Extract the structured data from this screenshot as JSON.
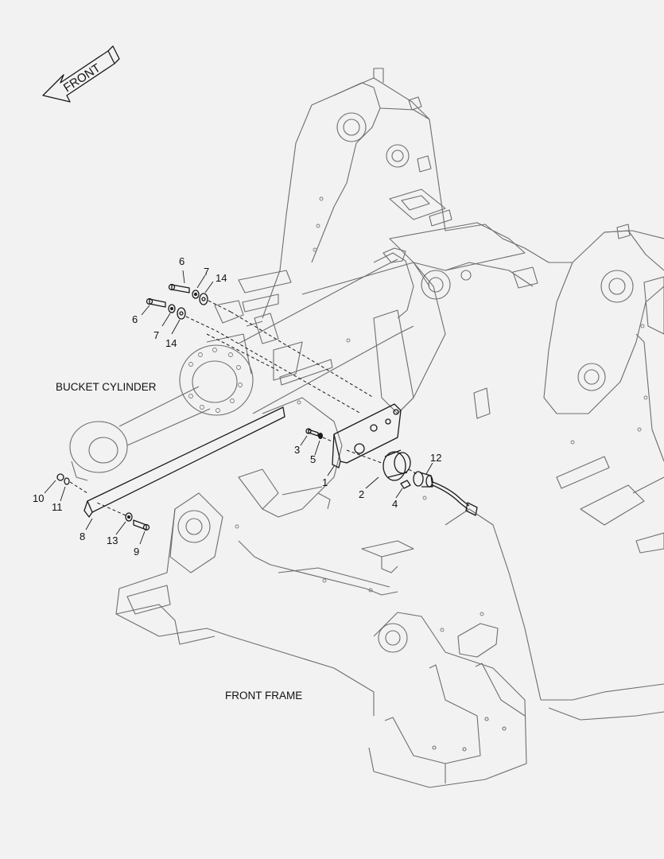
{
  "orientation": {
    "label": "FRONT"
  },
  "labels": {
    "bucket_cylinder": "BUCKET CYLINDER",
    "front_frame": "FRONT FRAME"
  },
  "callouts": [
    "6",
    "7",
    "14",
    "6",
    "7",
    "14",
    "3",
    "5",
    "1",
    "2",
    "4",
    "12",
    "10",
    "11",
    "8",
    "13",
    "9"
  ]
}
